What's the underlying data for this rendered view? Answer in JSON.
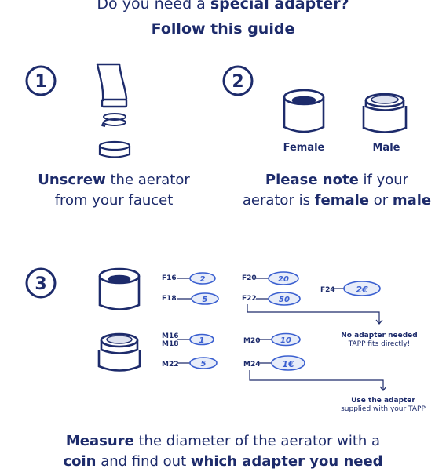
{
  "header": {
    "line1_pre": "Do you need a ",
    "line1_bold": "special adapter?",
    "line2": "Follow this guide"
  },
  "step1": {
    "number": "1",
    "caption_bold": "Unscrew",
    "caption_rest": " the aerator",
    "caption_line2": "from your faucet"
  },
  "step2": {
    "number": "2",
    "female_label": "Female",
    "male_label": "Male",
    "caption_bold": "Please note",
    "caption_rest": " if your",
    "caption_line2_pre": "aerator is ",
    "caption_female": "female",
    "caption_or": " or ",
    "caption_male": "male"
  },
  "step3": {
    "number": "3",
    "codes": {
      "f16": "F16",
      "f18": "F18",
      "f20": "F20",
      "f22": "F22",
      "f24": "F24",
      "m16": "M16",
      "m18": "M18",
      "m20": "M20",
      "m22": "M22",
      "m24": "M24"
    },
    "coins": {
      "c2cent": "2",
      "c5cent": "5",
      "c20cent": "20",
      "c50cent": "50",
      "c2euro": "2€",
      "c1cent": "1",
      "c10cent": "10",
      "c5cent_b": "5",
      "c1euro": "1€"
    },
    "no_adapter_bold": "No adapter needed",
    "no_adapter_rest": "TAPP fits directly!",
    "use_adapter_bold": "Use the adapter",
    "use_adapter_rest": "supplied with your TAPP"
  },
  "footer": {
    "line1_bold": "Measure",
    "line1_rest": " the diameter of the aerator with a",
    "line2_bold1": "coin",
    "line2_mid": " and find out ",
    "line2_bold2": "which adapter you need"
  },
  "colors": {
    "navy": "#1d2b6b",
    "blue": "#3a5fd0",
    "coin_fill": "#e8edf9"
  }
}
